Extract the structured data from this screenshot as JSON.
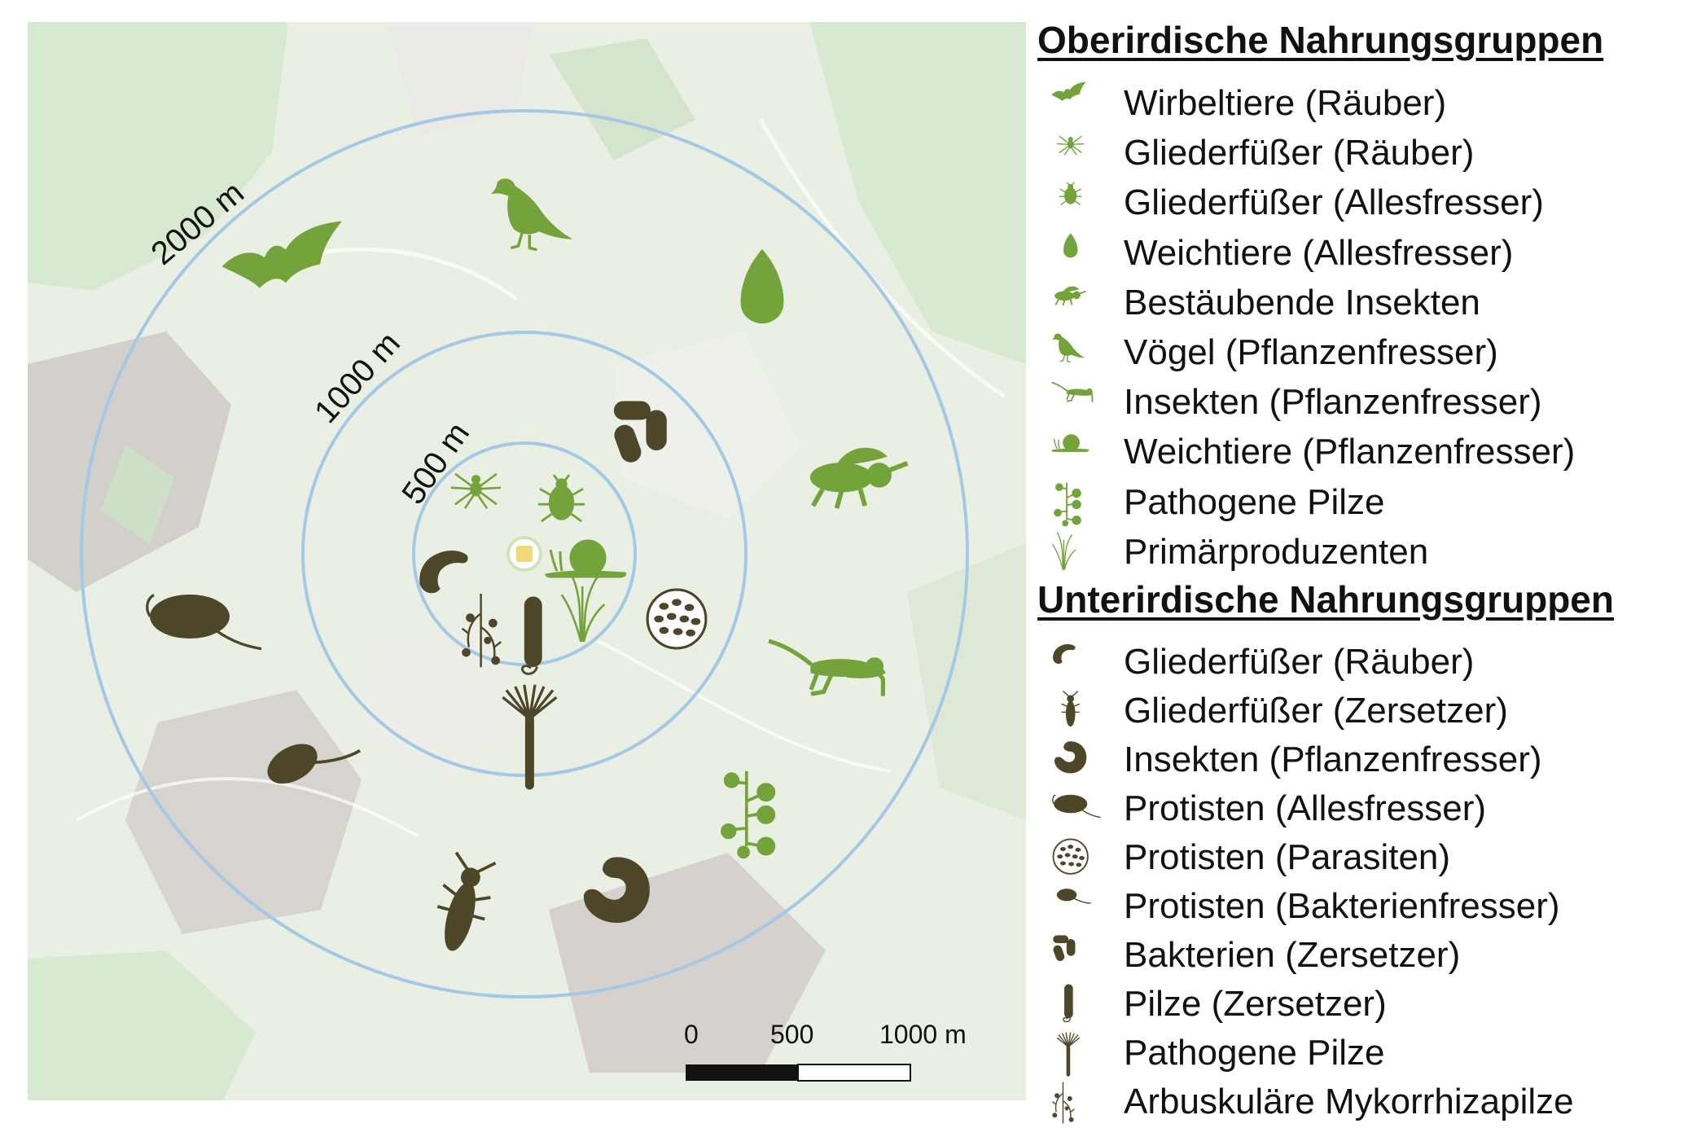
{
  "colors": {
    "above_ground": "#73a33a",
    "below_ground": "#4e4628",
    "ring": "#a4c8e6",
    "map_base": "#e9efe2"
  },
  "map": {
    "rings": [
      {
        "label": "500 m",
        "radius_m": 500
      },
      {
        "label": "1000 m",
        "radius_m": 1000
      },
      {
        "label": "2000 m",
        "radius_m": 2000
      }
    ],
    "scalebar": {
      "ticks": [
        "0",
        "500",
        "1000 m"
      ]
    }
  },
  "legend": {
    "above": {
      "title": "Oberirdische Nahrungsgruppen",
      "items": [
        {
          "icon": "bat-icon",
          "label": "Wirbeltiere (Räuber)"
        },
        {
          "icon": "spider-icon",
          "label": "Gliederfüßer (Räuber)"
        },
        {
          "icon": "bug-icon",
          "label": "Gliederfüßer (Allesfresser)"
        },
        {
          "icon": "slug-icon",
          "label": "Weichtiere (Allesfresser)"
        },
        {
          "icon": "bee-icon",
          "label": "Bestäubende Insekten"
        },
        {
          "icon": "bird-icon",
          "label": "Vögel (Pflanzenfresser)"
        },
        {
          "icon": "grasshopper-icon",
          "label": "Insekten (Pflanzenfresser)"
        },
        {
          "icon": "snail-icon",
          "label": "Weichtiere (Pflanzenfresser)"
        },
        {
          "icon": "pathogenic-fungus-icon",
          "label": "Pathogene Pilze"
        },
        {
          "icon": "grass-icon",
          "label": "Primärproduzenten"
        }
      ]
    },
    "below": {
      "title": "Unterirdische Nahrungsgruppen",
      "items": [
        {
          "icon": "larva-icon",
          "label": "Gliederfüßer (Räuber)"
        },
        {
          "icon": "springtail-icon",
          "label": "Gliederfüßer (Zersetzer)"
        },
        {
          "icon": "grub-icon",
          "label": "Insekten (Pflanzenfresser)"
        },
        {
          "icon": "amoeba-icon",
          "label": "Protisten (Allesfresser)"
        },
        {
          "icon": "cyst-icon",
          "label": "Protisten (Parasiten)"
        },
        {
          "icon": "flagellate-icon",
          "label": "Protisten (Bakterienfresser)"
        },
        {
          "icon": "bacteria-icon",
          "label": "Bakterien (Zersetzer)"
        },
        {
          "icon": "hypha-icon",
          "label": "Pilze (Zersetzer)"
        },
        {
          "icon": "sporangium-icon",
          "label": "Pathogene Pilze"
        },
        {
          "icon": "mycorrhiza-icon",
          "label": "Arbuskuläre Mykorrhizapilze"
        }
      ]
    }
  }
}
